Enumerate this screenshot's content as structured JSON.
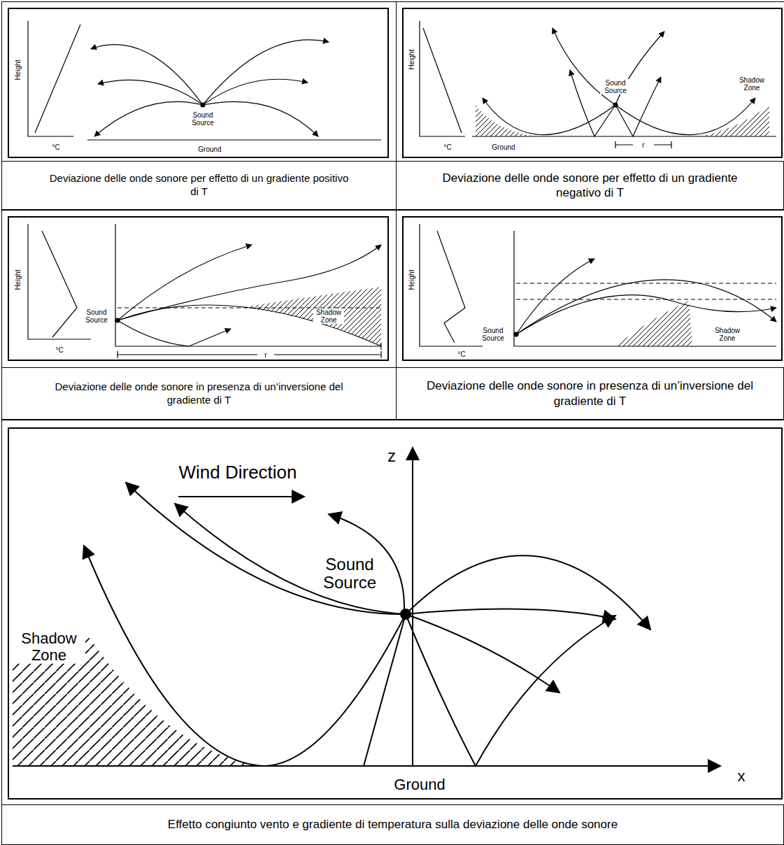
{
  "diagram": {
    "nodes": [
      {
        "text": [
          "Deviazione delle onde sonore per effetto di un gradiente positivo di T"
        ]
      },
      {
        "text": [
          "Deviazione delle onde sonore per effetto di un gradiente negativo di T"
        ]
      },
      {
        "text": [
          "Deviazione delle onde sonore in presenza di un’inversione del gradiente di T"
        ]
      },
      {
        "text": [
          "Deviazione delle onde sonore in presenza di un’inversione del gradiente di T"
        ]
      },
      {
        "text": [
          "Effetto congiunto vento e gradiente di temperatura sulla deviazione delle onde sonore"
        ]
      }
    ],
    "labels": [
      "Height",
      "°C",
      "Sound Source",
      "Ground",
      "Height",
      "Sound Source",
      "Shadow Zone",
      "°C",
      "Ground",
      "r",
      "Height",
      "Sound Source",
      "Shadow Zone",
      "°C",
      "r",
      "Height",
      "Sound Source",
      "Shadow Zone",
      "°C",
      "Wind Direction",
      "z",
      "Sound Source",
      "Shadow Zone",
      "Ground",
      "x"
    ]
  }
}
